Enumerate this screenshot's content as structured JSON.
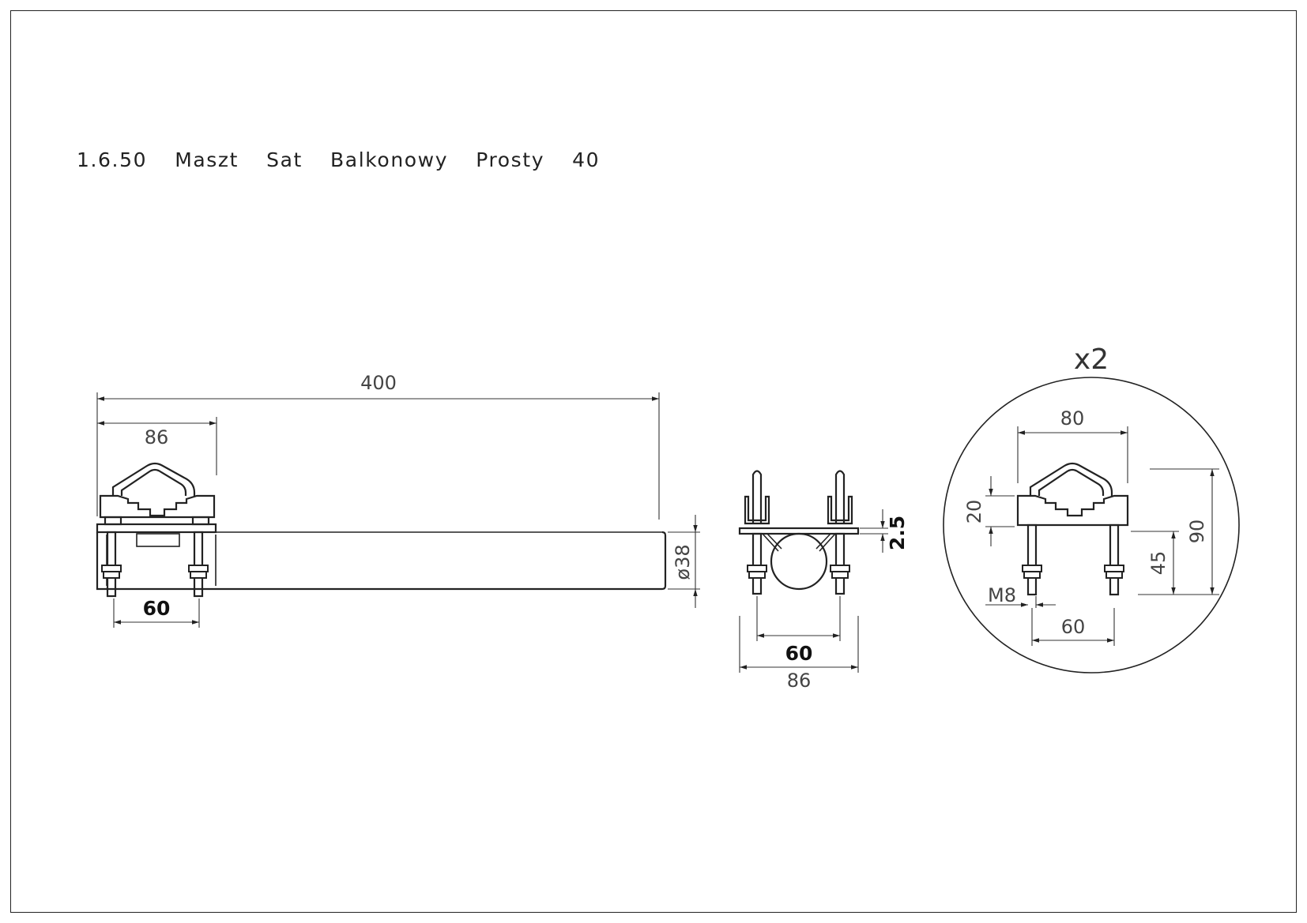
{
  "title": "1.6.50  Maszt  Sat  Balkonowy  Prosty  40",
  "side_view": {
    "dim_length": "400",
    "dim_clamp_width": "86",
    "dim_bolt_spacing": "60",
    "dim_diameter": "ø38"
  },
  "front_view": {
    "dim_bolt_spacing": "60",
    "dim_plate_width": "86",
    "dim_thickness": "2.5"
  },
  "detail_view": {
    "quantity": "x2",
    "dim_width": "80",
    "dim_height_total": "90",
    "dim_height_mid": "45",
    "dim_top": "20",
    "dim_thread": "M8",
    "dim_bolt_spacing": "60"
  }
}
